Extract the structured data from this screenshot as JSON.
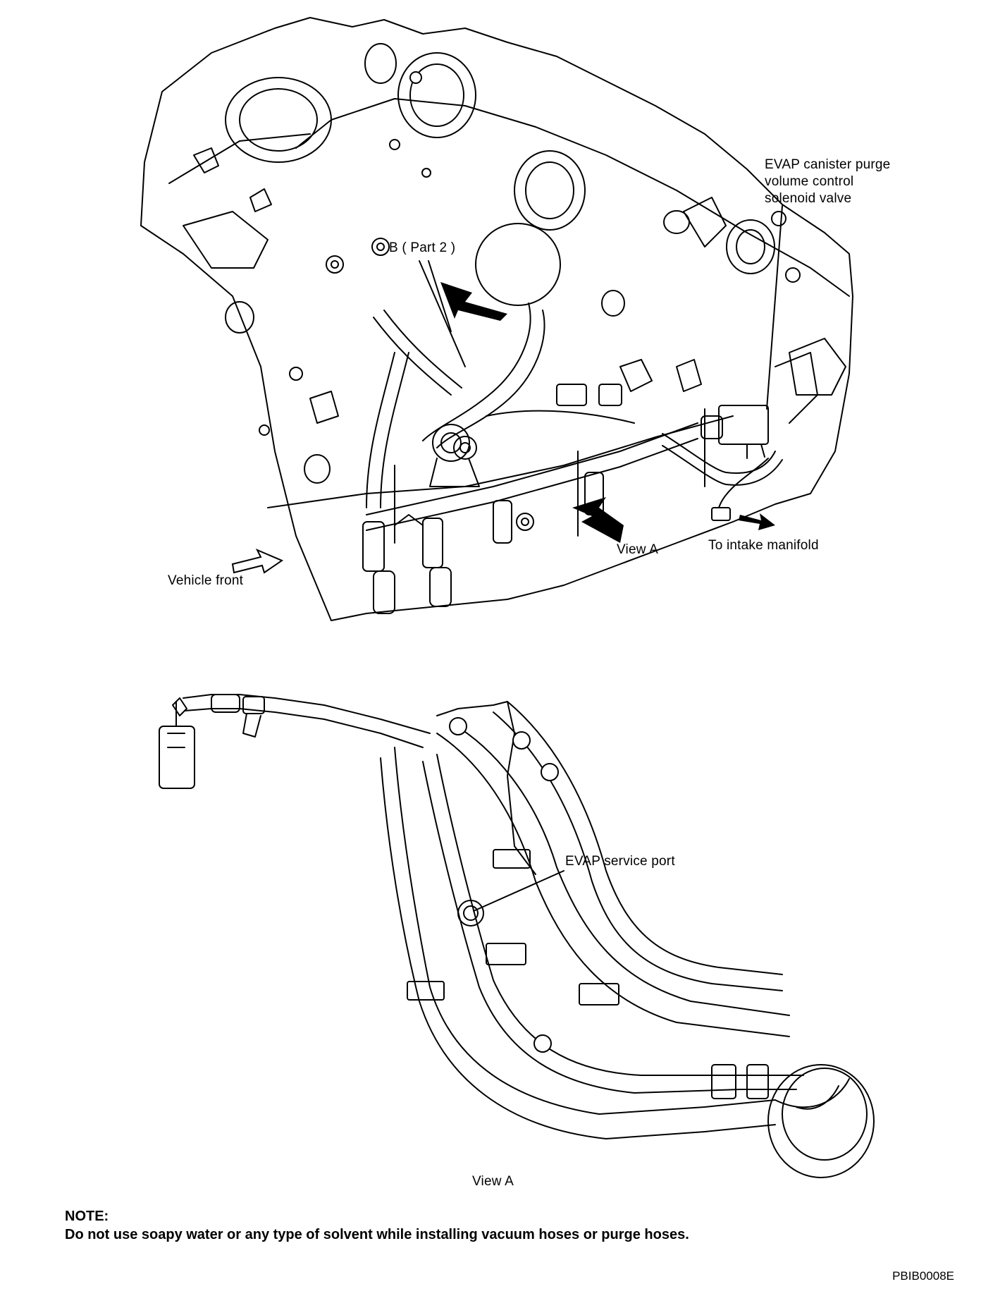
{
  "labels": {
    "evap_purge_1": "EVAP canister purge",
    "evap_purge_2": "volume control",
    "evap_purge_3": "solenoid valve",
    "b_part2": "B ( Part 2 )",
    "view_a_top": "View A",
    "to_intake": "To intake manifold",
    "vehicle_front": "Vehicle front",
    "service_port": "EVAP service port",
    "view_a_bottom": "View A"
  },
  "note": {
    "title": "NOTE:",
    "text": "Do not use soapy water or any type of  solvent while installing vacuum hoses or purge hoses."
  },
  "figure_code": "PBIB0008E"
}
